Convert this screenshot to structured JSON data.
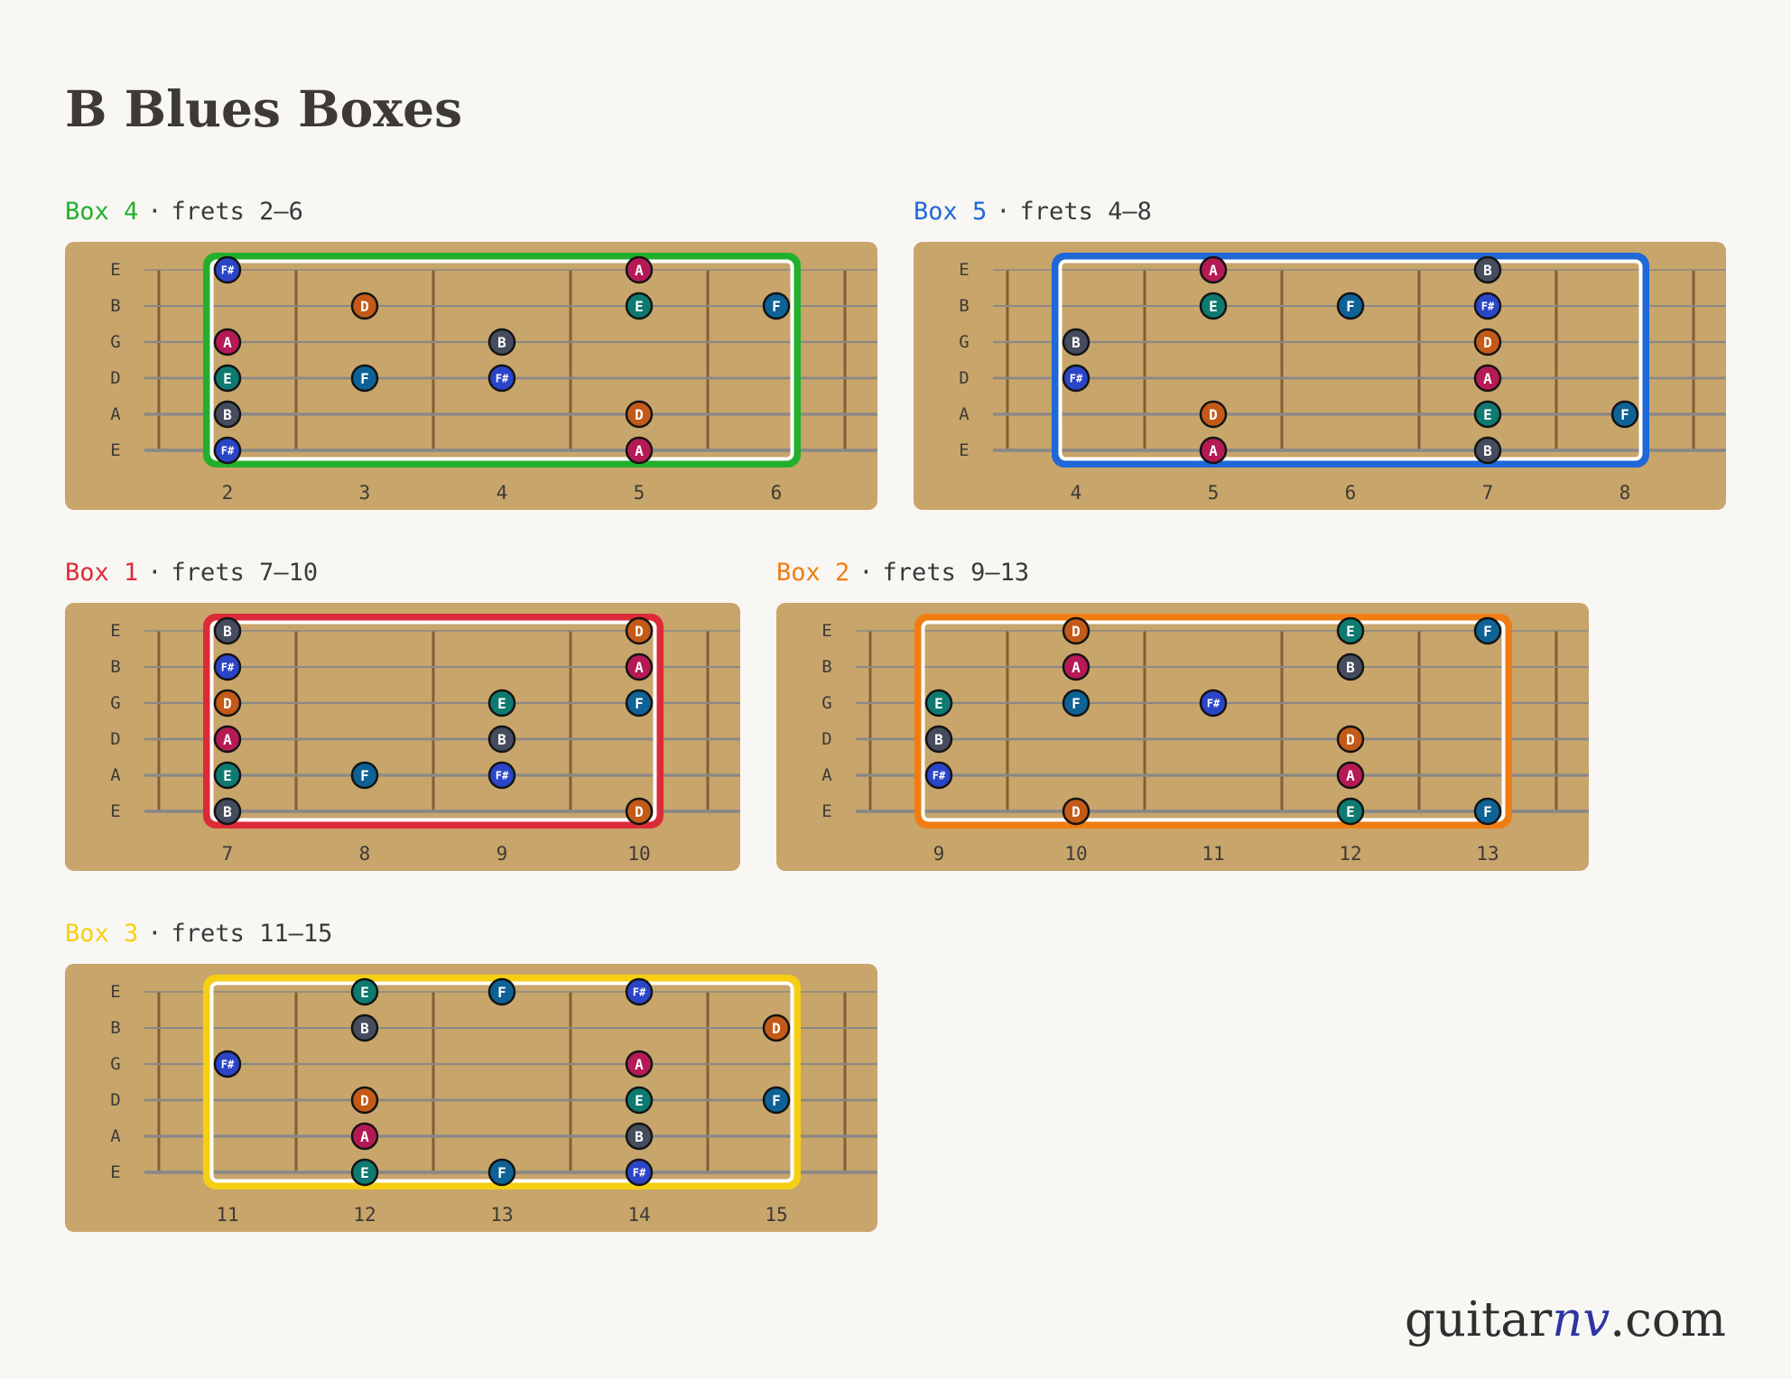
{
  "page_title": "B Blues Boxes",
  "frets_prefix": "frets",
  "brand": {
    "name_start": "guitar",
    "name_accent": "nv",
    "name_end": ".com"
  },
  "colors": {
    "board": "#c8a56b",
    "fret_line": "#806036",
    "string_line": "#8a8886",
    "label_text": "#3d3a36",
    "page_bg": "#f8f7f4"
  },
  "note_colors": {
    "B": "#454c5d",
    "D": "#c35a17",
    "E": "#0e7a70",
    "F": "#0e6296",
    "F#": "#2b45c8",
    "A": "#b51a55"
  },
  "string_labels": [
    "E",
    "B",
    "G",
    "D",
    "A",
    "E"
  ],
  "diagrams": [
    {
      "id": "box4",
      "name": "Box 4",
      "frets_text": "2–6",
      "color": "#22b02c",
      "fret_numbers": [
        "2",
        "3",
        "4",
        "5",
        "6"
      ],
      "fret_start": 2,
      "fret_end": 6,
      "notes": [
        {
          "string": 1,
          "fret": 2,
          "note": "F#"
        },
        {
          "string": 1,
          "fret": 5,
          "note": "A"
        },
        {
          "string": 2,
          "fret": 3,
          "note": "D"
        },
        {
          "string": 2,
          "fret": 5,
          "note": "E"
        },
        {
          "string": 2,
          "fret": 6,
          "note": "F"
        },
        {
          "string": 3,
          "fret": 2,
          "note": "A"
        },
        {
          "string": 3,
          "fret": 4,
          "note": "B"
        },
        {
          "string": 4,
          "fret": 2,
          "note": "E"
        },
        {
          "string": 4,
          "fret": 3,
          "note": "F"
        },
        {
          "string": 4,
          "fret": 4,
          "note": "F#"
        },
        {
          "string": 5,
          "fret": 2,
          "note": "B"
        },
        {
          "string": 5,
          "fret": 5,
          "note": "D"
        },
        {
          "string": 6,
          "fret": 2,
          "note": "F#"
        },
        {
          "string": 6,
          "fret": 5,
          "note": "A"
        }
      ]
    },
    {
      "id": "box5",
      "name": "Box 5",
      "frets_text": "4–8",
      "color": "#1f68d8",
      "fret_numbers": [
        "4",
        "5",
        "6",
        "7",
        "8"
      ],
      "fret_start": 4,
      "fret_end": 8,
      "notes": [
        {
          "string": 1,
          "fret": 5,
          "note": "A"
        },
        {
          "string": 1,
          "fret": 7,
          "note": "B"
        },
        {
          "string": 2,
          "fret": 5,
          "note": "E"
        },
        {
          "string": 2,
          "fret": 6,
          "note": "F"
        },
        {
          "string": 2,
          "fret": 7,
          "note": "F#"
        },
        {
          "string": 3,
          "fret": 4,
          "note": "B"
        },
        {
          "string": 3,
          "fret": 7,
          "note": "D"
        },
        {
          "string": 4,
          "fret": 4,
          "note": "F#"
        },
        {
          "string": 4,
          "fret": 7,
          "note": "A"
        },
        {
          "string": 5,
          "fret": 5,
          "note": "D"
        },
        {
          "string": 5,
          "fret": 7,
          "note": "E"
        },
        {
          "string": 5,
          "fret": 8,
          "note": "F"
        },
        {
          "string": 6,
          "fret": 5,
          "note": "A"
        },
        {
          "string": 6,
          "fret": 7,
          "note": "B"
        }
      ]
    },
    {
      "id": "box1",
      "name": "Box 1",
      "frets_text": "7–10",
      "color": "#dc2b38",
      "fret_numbers": [
        "7",
        "8",
        "9",
        "10"
      ],
      "fret_start": 7,
      "fret_end": 10,
      "notes": [
        {
          "string": 1,
          "fret": 7,
          "note": "B"
        },
        {
          "string": 1,
          "fret": 10,
          "note": "D"
        },
        {
          "string": 2,
          "fret": 7,
          "note": "F#"
        },
        {
          "string": 2,
          "fret": 10,
          "note": "A"
        },
        {
          "string": 3,
          "fret": 7,
          "note": "D"
        },
        {
          "string": 3,
          "fret": 9,
          "note": "E"
        },
        {
          "string": 3,
          "fret": 10,
          "note": "F"
        },
        {
          "string": 4,
          "fret": 7,
          "note": "A"
        },
        {
          "string": 4,
          "fret": 9,
          "note": "B"
        },
        {
          "string": 5,
          "fret": 7,
          "note": "E"
        },
        {
          "string": 5,
          "fret": 8,
          "note": "F"
        },
        {
          "string": 5,
          "fret": 9,
          "note": "F#"
        },
        {
          "string": 6,
          "fret": 7,
          "note": "B"
        },
        {
          "string": 6,
          "fret": 10,
          "note": "D"
        }
      ]
    },
    {
      "id": "box2",
      "name": "Box 2",
      "frets_text": "9–13",
      "color": "#f07d12",
      "fret_numbers": [
        "9",
        "10",
        "11",
        "12",
        "13"
      ],
      "fret_start": 9,
      "fret_end": 13,
      "notes": [
        {
          "string": 1,
          "fret": 10,
          "note": "D"
        },
        {
          "string": 1,
          "fret": 12,
          "note": "E"
        },
        {
          "string": 1,
          "fret": 13,
          "note": "F"
        },
        {
          "string": 2,
          "fret": 10,
          "note": "A"
        },
        {
          "string": 2,
          "fret": 12,
          "note": "B"
        },
        {
          "string": 3,
          "fret": 9,
          "note": "E"
        },
        {
          "string": 3,
          "fret": 10,
          "note": "F"
        },
        {
          "string": 3,
          "fret": 11,
          "note": "F#"
        },
        {
          "string": 4,
          "fret": 9,
          "note": "B"
        },
        {
          "string": 4,
          "fret": 12,
          "note": "D"
        },
        {
          "string": 5,
          "fret": 9,
          "note": "F#"
        },
        {
          "string": 5,
          "fret": 12,
          "note": "A"
        },
        {
          "string": 6,
          "fret": 10,
          "note": "D"
        },
        {
          "string": 6,
          "fret": 12,
          "note": "E"
        },
        {
          "string": 6,
          "fret": 13,
          "note": "F"
        }
      ]
    },
    {
      "id": "box3",
      "name": "Box 3",
      "frets_text": "11–15",
      "color": "#f6cf13",
      "fret_numbers": [
        "11",
        "12",
        "13",
        "14",
        "15"
      ],
      "fret_start": 11,
      "fret_end": 15,
      "notes": [
        {
          "string": 1,
          "fret": 12,
          "note": "E"
        },
        {
          "string": 1,
          "fret": 13,
          "note": "F"
        },
        {
          "string": 1,
          "fret": 14,
          "note": "F#"
        },
        {
          "string": 2,
          "fret": 12,
          "note": "B"
        },
        {
          "string": 2,
          "fret": 15,
          "note": "D"
        },
        {
          "string": 3,
          "fret": 11,
          "note": "F#"
        },
        {
          "string": 3,
          "fret": 14,
          "note": "A"
        },
        {
          "string": 4,
          "fret": 12,
          "note": "D"
        },
        {
          "string": 4,
          "fret": 14,
          "note": "E"
        },
        {
          "string": 4,
          "fret": 15,
          "note": "F"
        },
        {
          "string": 5,
          "fret": 12,
          "note": "A"
        },
        {
          "string": 5,
          "fret": 14,
          "note": "B"
        },
        {
          "string": 6,
          "fret": 12,
          "note": "E"
        },
        {
          "string": 6,
          "fret": 13,
          "note": "F"
        },
        {
          "string": 6,
          "fret": 14,
          "note": "F#"
        }
      ]
    }
  ]
}
